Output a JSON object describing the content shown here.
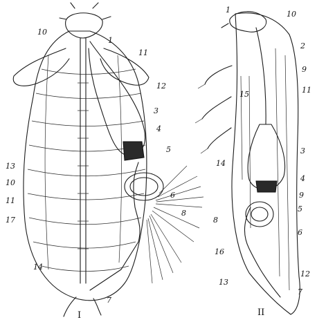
{
  "figure": {
    "left_panel": {
      "roman": "I",
      "labels": [
        "10",
        "1",
        "11",
        "12",
        "3",
        "4",
        "5",
        "6",
        "8",
        "13",
        "10",
        "11",
        "17",
        "14",
        "7"
      ]
    },
    "right_panel": {
      "roman": "II",
      "labels": [
        "1",
        "10",
        "2",
        "9",
        "11",
        "15",
        "3",
        "14",
        "4",
        "9",
        "5",
        "6",
        "8",
        "16",
        "13",
        "12",
        "7"
      ]
    }
  }
}
